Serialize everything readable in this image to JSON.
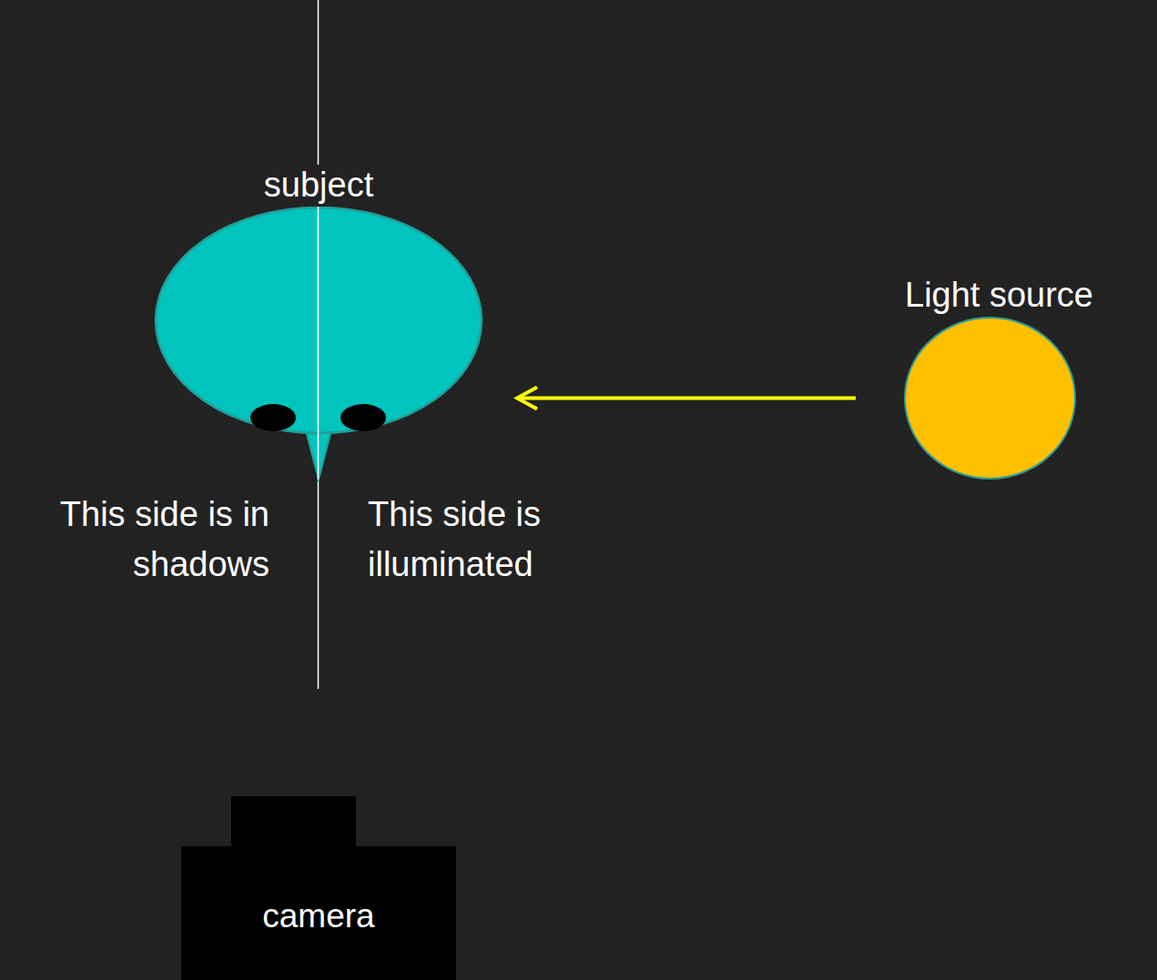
{
  "diagram": {
    "nodes": [
      {
        "text": [
          "subject"
        ]
      },
      {
        "text": [
          "Light source"
        ]
      },
      {
        "text": [
          "camera"
        ]
      }
    ],
    "edges": [
      {
        "from": 1,
        "to": 0,
        "arrow": "to"
      }
    ],
    "labels": [
      "This side is in shadows",
      "This side is illuminated"
    ]
  }
}
